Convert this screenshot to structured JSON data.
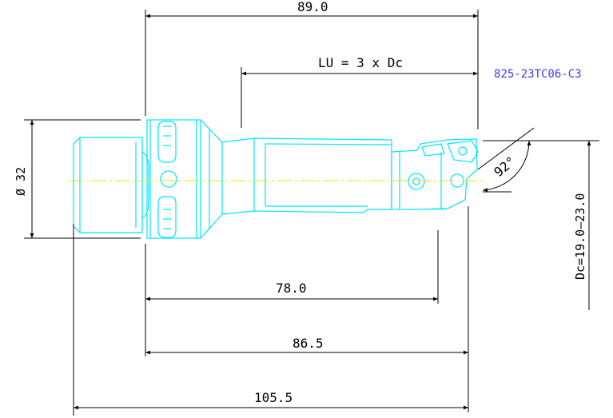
{
  "colors": {
    "tool_outline": "#00e5ff",
    "centerline": "#f2e200",
    "dimension": "#000000",
    "part_number": "#3a3aff"
  },
  "dimensions": {
    "top_length": "89.0",
    "lu": "LU = 3 x Dc",
    "diameter": "Ø 32",
    "dc_range": "Dc=19.0–23.0",
    "angle": "92°",
    "len_78": "78.0",
    "len_86": "86.5",
    "len_105": "105.5"
  },
  "part_number": "825-23TC06-C3"
}
